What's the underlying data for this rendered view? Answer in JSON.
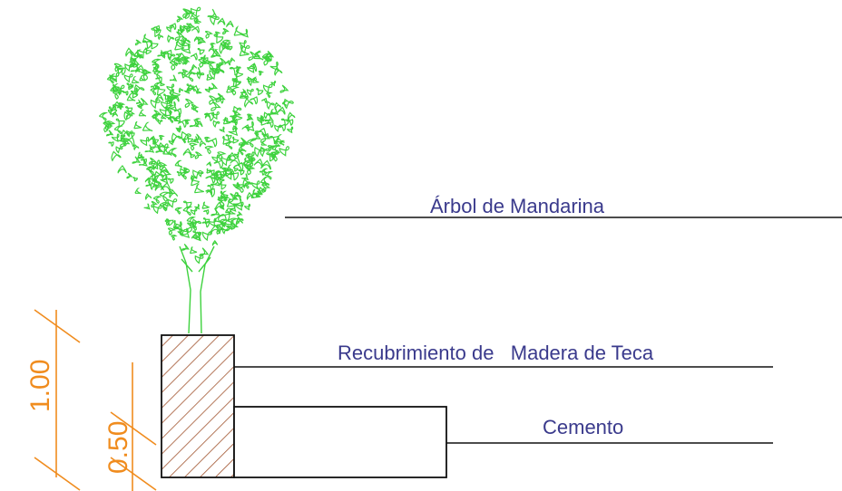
{
  "labels": {
    "tree": "Árbol de Mandarina",
    "covering": "Recubrimiento de   Madera de Teca",
    "cement": "Cemento"
  },
  "dimensions": {
    "total_height": "1.00",
    "base_height": "0.50"
  },
  "colors": {
    "label_text": "#3a3a8c",
    "dimension": "#f08c1e",
    "foliage": "#3ed23e",
    "hatch": "#a0522d",
    "line": "#111111"
  }
}
